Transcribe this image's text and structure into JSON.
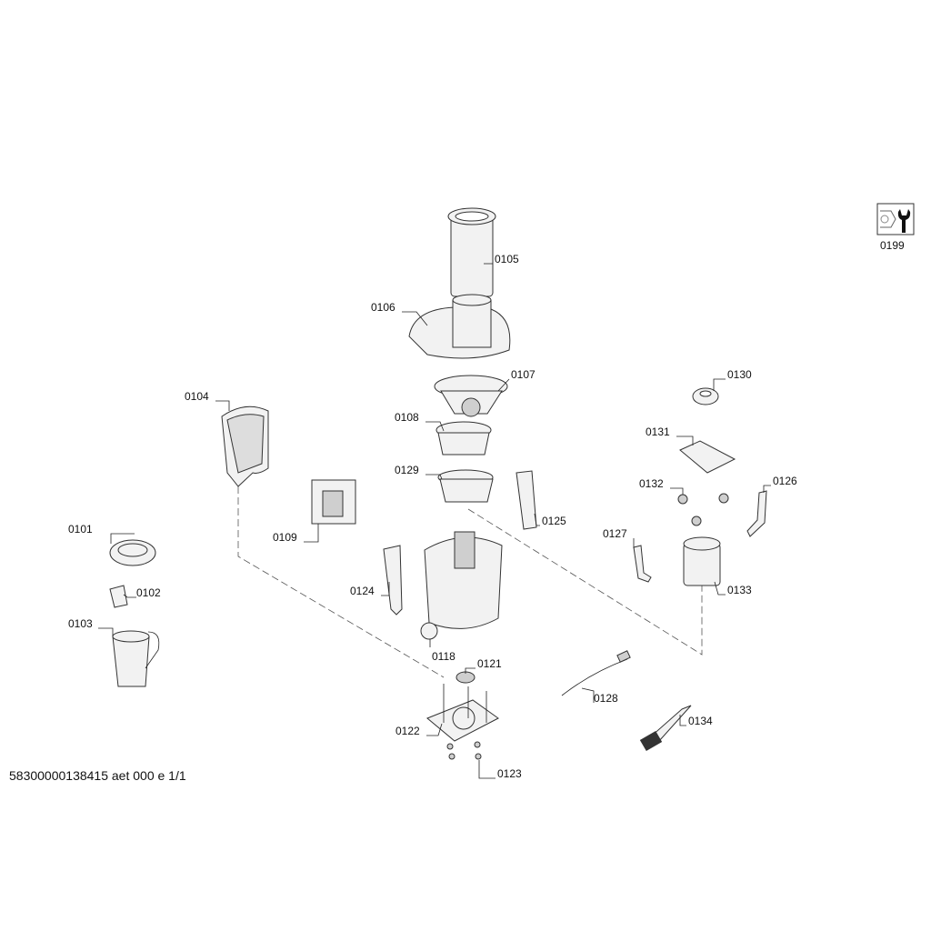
{
  "document_id": "58300000138415 aet 000 e 1/1",
  "tool_icon_label": "0199",
  "parts": [
    {
      "label": "0101"
    },
    {
      "label": "0102"
    },
    {
      "label": "0103"
    },
    {
      "label": "0104"
    },
    {
      "label": "0105"
    },
    {
      "label": "0106"
    },
    {
      "label": "0107"
    },
    {
      "label": "0108"
    },
    {
      "label": "0109"
    },
    {
      "label": "0118"
    },
    {
      "label": "0121"
    },
    {
      "label": "0122"
    },
    {
      "label": "0123"
    },
    {
      "label": "0124"
    },
    {
      "label": "0125"
    },
    {
      "label": "0126"
    },
    {
      "label": "0127"
    },
    {
      "label": "0128"
    },
    {
      "label": "0129"
    },
    {
      "label": "0130"
    },
    {
      "label": "0131"
    },
    {
      "label": "0132"
    },
    {
      "label": "0133"
    },
    {
      "label": "0134"
    }
  ]
}
